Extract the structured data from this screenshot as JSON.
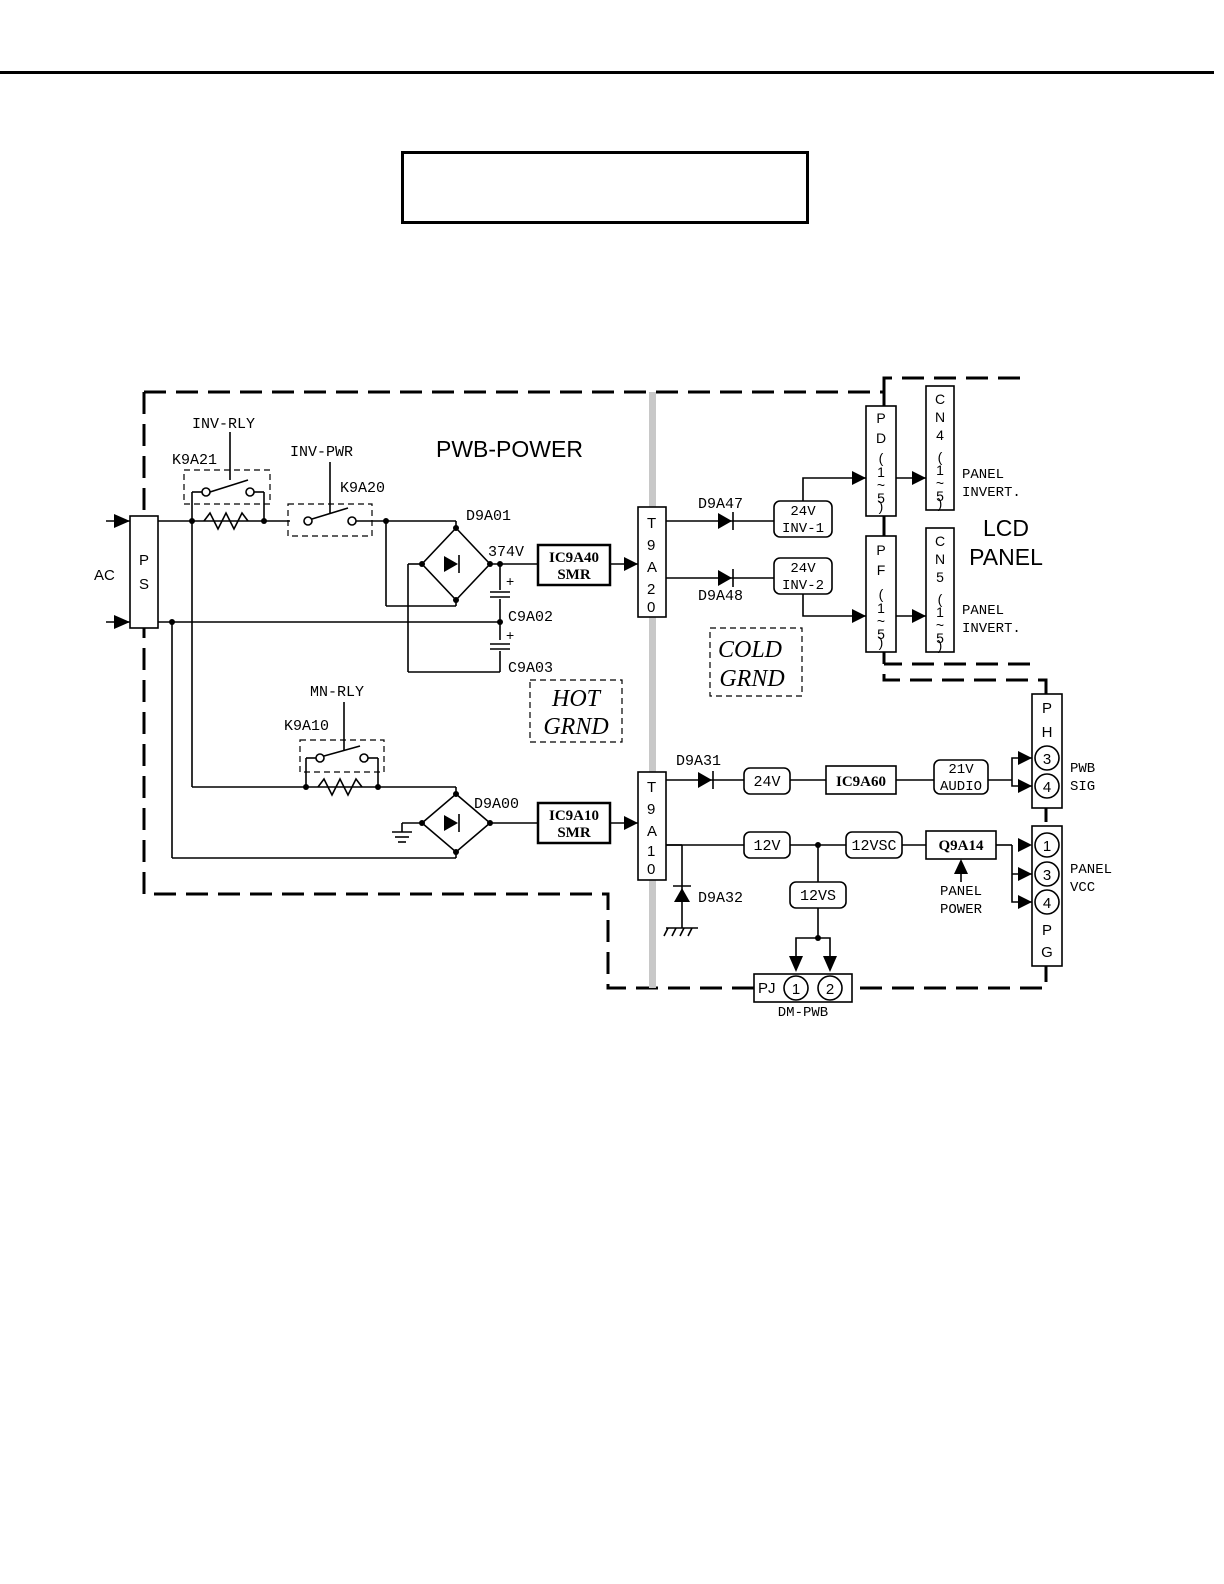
{
  "header": {
    "title": ""
  },
  "blocks": {
    "pwb_power": "PWB-POWER",
    "lcd_panel_1": "LCD",
    "lcd_panel_2": "PANEL",
    "hot_grnd_1": "HOT",
    "hot_grnd_2": "GRND",
    "cold_grnd_1": "COLD",
    "cold_grnd_2": "GRND"
  },
  "inputs": {
    "ac": "AC",
    "ps": [
      "P",
      "S"
    ]
  },
  "relays": {
    "inv_rly": "INV-RLY",
    "k9a21": "K9A21",
    "inv_pwr": "INV-PWR",
    "k9a20": "K9A20",
    "mn_rly": "MN-RLY",
    "k9a10": "K9A10"
  },
  "components": {
    "d9a01": "D9A01",
    "d9a00": "D9A00",
    "v374": "374V",
    "c9a02": "C9A02",
    "c9a03": "C9A03",
    "ic9a40": [
      "IC9A40",
      "SMR"
    ],
    "ic9a10": [
      "IC9A10",
      "SMR"
    ],
    "t9a20": [
      "T",
      "9",
      "A",
      "2",
      "0"
    ],
    "t9a10": [
      "T",
      "9",
      "A",
      "1",
      "0"
    ],
    "d9a47": "D9A47",
    "d9a48": "D9A48",
    "d9a31": "D9A31",
    "d9a32": "D9A32",
    "inv1": [
      "24V",
      "INV-1"
    ],
    "inv2": [
      "24V",
      "INV-2"
    ],
    "v24": "24V",
    "ic9a60": "IC9A60",
    "audio": [
      "21V",
      "AUDIO"
    ],
    "v12": "12V",
    "v12vsc": "12VSC",
    "q9a14": "Q9A14",
    "v12vs": "12VS",
    "panel_power": [
      "PANEL",
      "POWER"
    ]
  },
  "connectors": {
    "pd": [
      "P",
      "D",
      "(",
      "1",
      "~",
      "5",
      ")"
    ],
    "pf": [
      "P",
      "F",
      "(",
      "1",
      "~",
      "5",
      ")"
    ],
    "cn4": [
      "C",
      "N",
      "4",
      "(",
      "1",
      "~",
      "5",
      ")"
    ],
    "cn5": [
      "C",
      "N",
      "5",
      "(",
      "1",
      "~",
      "5",
      ")"
    ],
    "panel_invert_1": [
      "PANEL",
      "INVERT."
    ],
    "panel_invert_2": [
      "PANEL",
      "INVERT."
    ],
    "ph": {
      "letters": [
        "P",
        "H"
      ],
      "pins": [
        "3",
        "4"
      ]
    },
    "pwb_sig": [
      "PWB",
      "SIG"
    ],
    "pg": {
      "letters": [
        "P",
        "G"
      ],
      "pins": [
        "1",
        "3",
        "4"
      ]
    },
    "panel_vcc": [
      "PANEL",
      "VCC"
    ],
    "pj": {
      "label": "PJ",
      "pins": [
        "1",
        "2"
      ]
    },
    "dm_pwb": "DM-PWB"
  }
}
